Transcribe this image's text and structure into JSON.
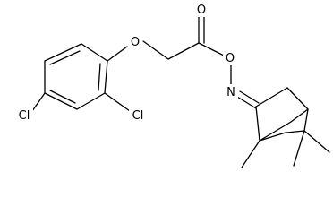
{
  "molecule": {
    "atoms": [
      {
        "id": "cl1",
        "element": "Cl",
        "label": "Cl"
      },
      {
        "id": "cl2",
        "element": "Cl",
        "label": "Cl"
      },
      {
        "id": "o1",
        "element": "O",
        "label": "O"
      },
      {
        "id": "o2",
        "element": "O",
        "label": "O"
      },
      {
        "id": "o3",
        "element": "O",
        "label": "O"
      },
      {
        "id": "n1",
        "element": "N",
        "label": "N"
      }
    ]
  }
}
